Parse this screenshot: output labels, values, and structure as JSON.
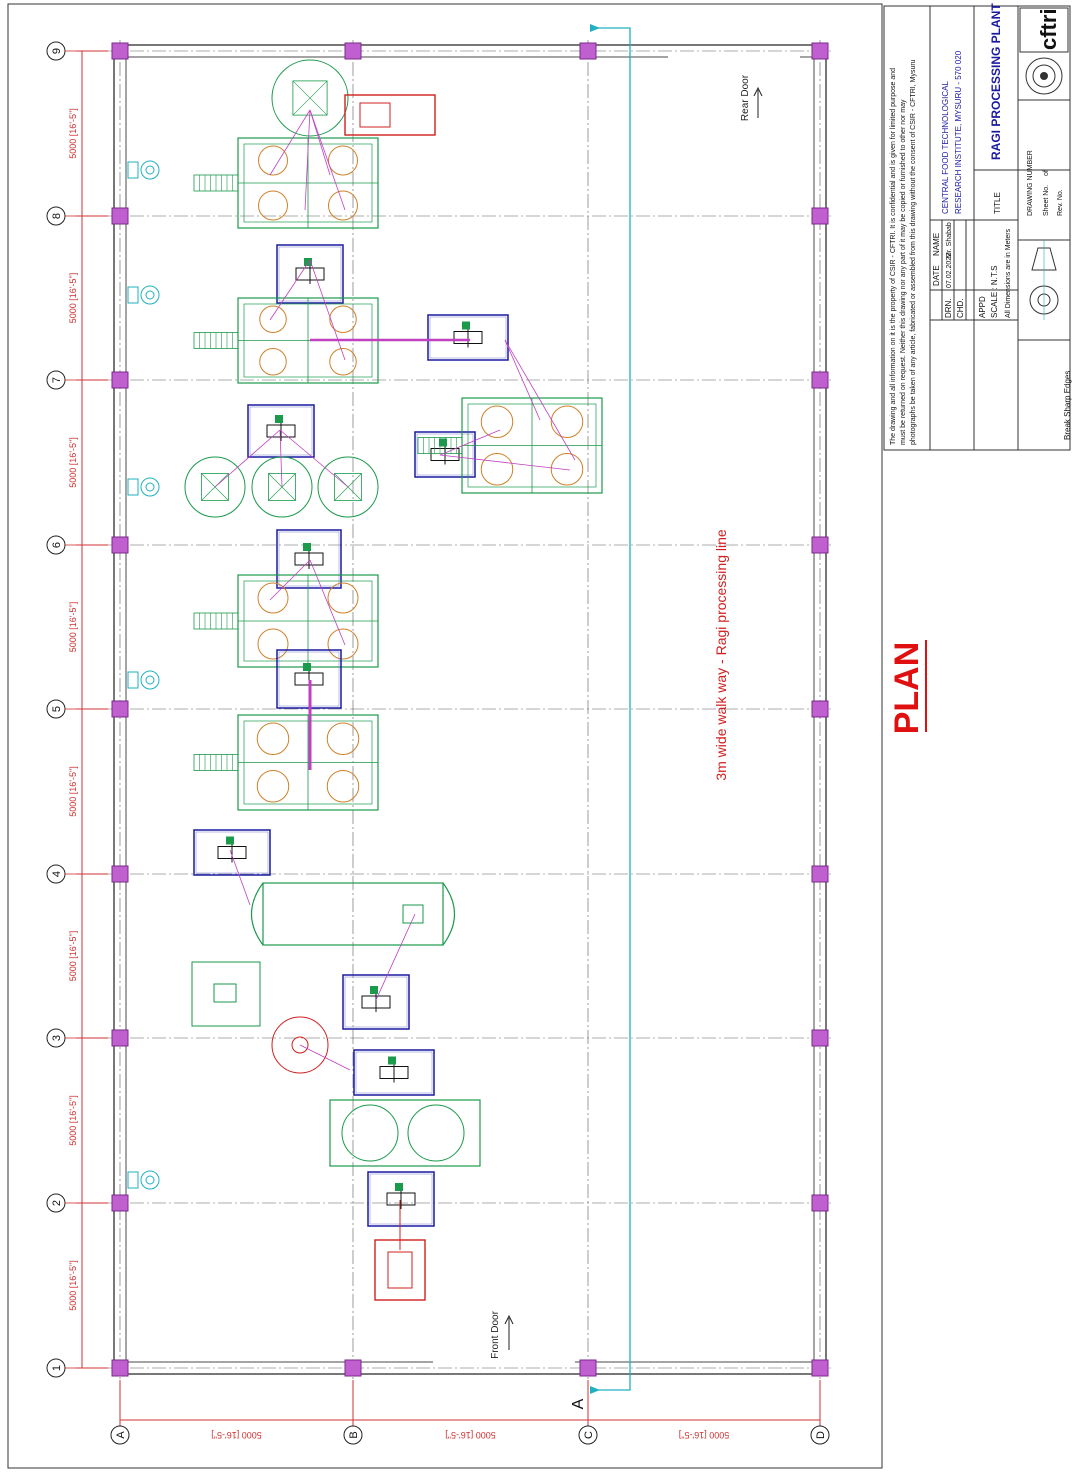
{
  "colors": {
    "wall": "#4a4a4a",
    "column": "#c060d0",
    "grid": "#5a5a5a",
    "dim": "#d03030",
    "equip_green": "#1a9a4a",
    "equip_blue": "#1a1aa0",
    "equip_red": "#d02020",
    "link": "#c040c0",
    "cyan": "#20b0c0",
    "plan_red": "#e01010"
  },
  "grid_numbers": [
    "1",
    "2",
    "3",
    "4",
    "5",
    "6",
    "7",
    "8",
    "9"
  ],
  "grid_letters": [
    "A",
    "B",
    "C",
    "D"
  ],
  "bay_dims": [
    "5000 [16'-5\"]",
    "5000 [16'-5\"]",
    "5000 [16'-5\"]",
    "5000 [16'-5\"]",
    "5000 [16'-5\"]",
    "5000 [16'-5\"]",
    "5000 [16'-5\"]",
    "5000 [16'-5\"]"
  ],
  "span_dims": [
    "5000 [16'-5\"]",
    "5000 [16'-5\"]",
    "5000 [16'-5\"]"
  ],
  "labels": {
    "walkway": "3m wide walk way - Ragi processing line",
    "plan": "PLAN",
    "rear_door": "Rear Door",
    "front_door": "Front Door",
    "section_mark": "A"
  },
  "title_block": {
    "disclaimer": [
      "The drawing and all information on it is the property of CSIR - CFTRI.  It is confidential and is given for limited purpose and",
      "must be returned on request.  Neither this drawing nor any part of it may be copied or furnished to other nor may",
      "photographs be taken of any article, fabricated or assembled from this drawing without the consent of CSIR - CFTRI, Mysuru"
    ],
    "date_header": "DATE",
    "name_header": "NAME",
    "drn": "DRN.",
    "drn_date": "07.02.2022",
    "drn_name": "Mr. Shabab",
    "chd": "CHD.",
    "appd": "APPD",
    "scale": "SCALE : N.T.S",
    "dimensions_note": "All Dimensions are in Meters",
    "institute_1": "CENTRAL FOOD TECHNOLOGICAL",
    "institute_2": "RESEARCH INSTITUTE, MYSURU - 570 020",
    "title_label": "TITLE",
    "title": "RAGI PROCESSING PLANT",
    "drawing_number": "DRAWING NUMBER",
    "sheet_no": "Sheet No.",
    "of": "of",
    "rev_no": "Rev. No.",
    "break_edges": "Break Sharp Edges",
    "logo": "cftri"
  }
}
